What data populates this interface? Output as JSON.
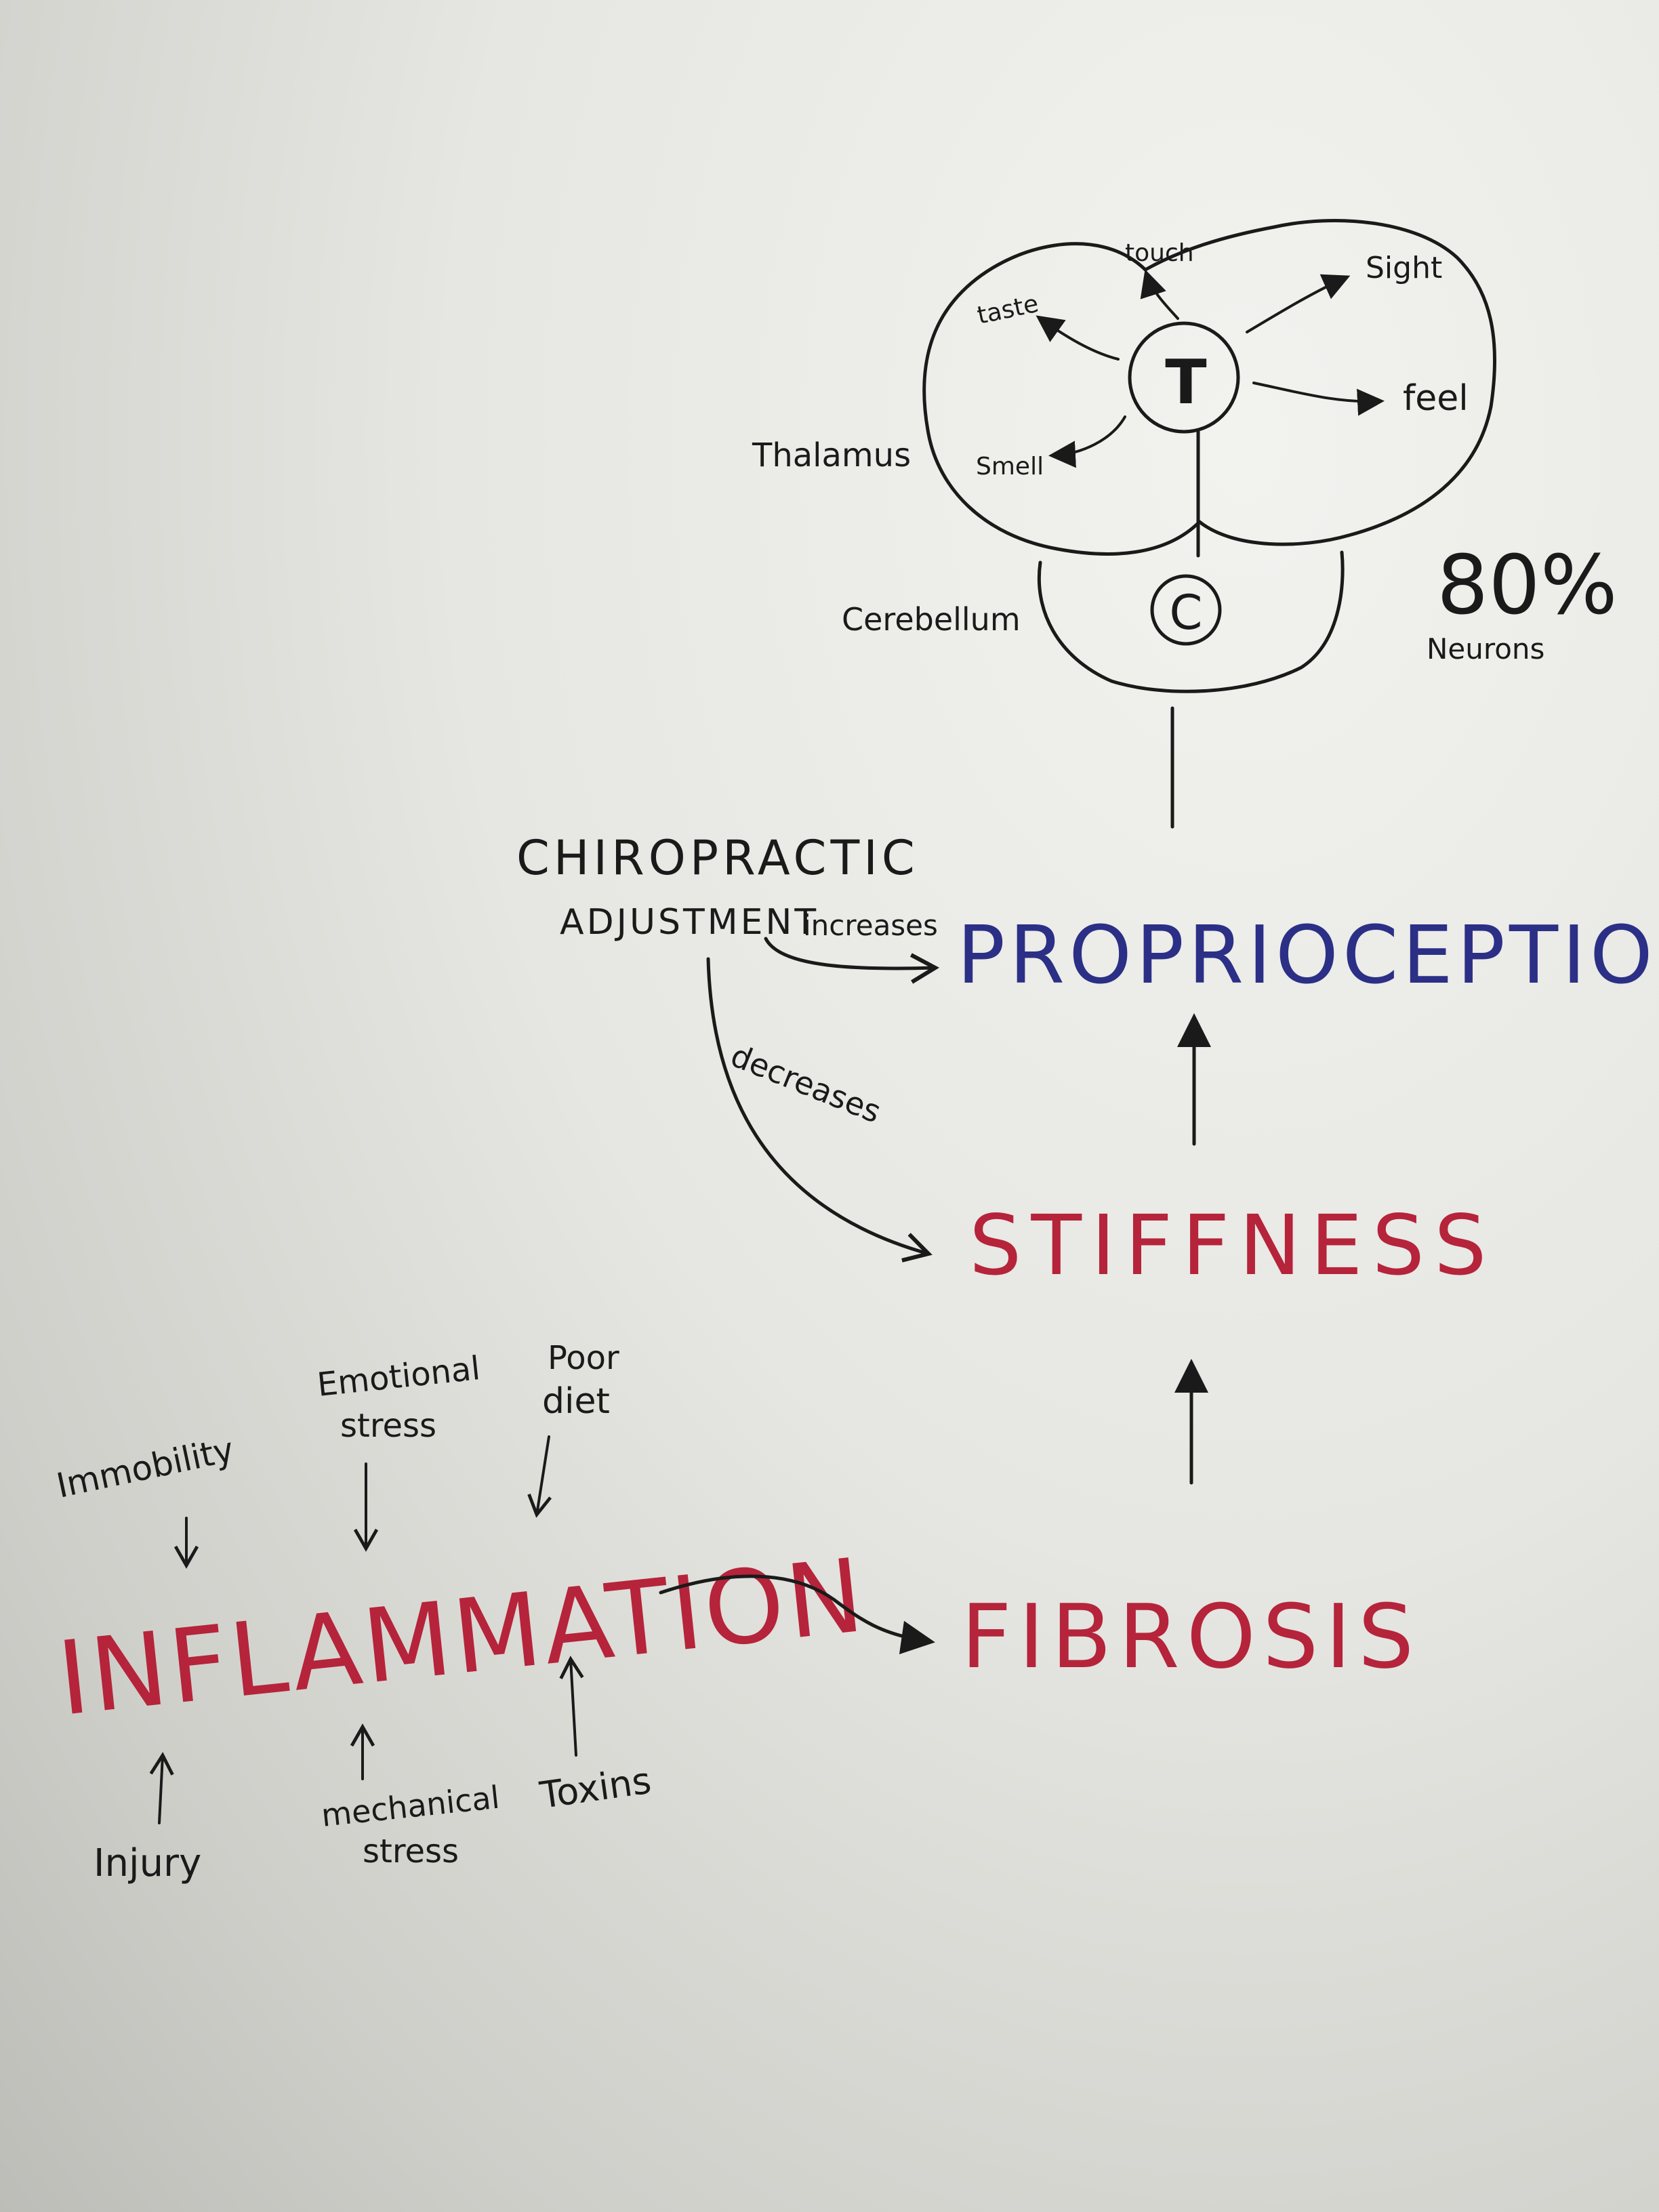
{
  "brain": {
    "thalamus_label": "Thalamus",
    "cerebellum_label": "Cerebellum",
    "thalamus_mark": "T",
    "cerebellum_mark": "C",
    "senses": {
      "touch": "touch",
      "taste": "taste",
      "sight": "Sight",
      "feel": "feel",
      "smell": "Smell"
    },
    "neurons_value": "80%",
    "neurons_label": "Neurons"
  },
  "chiropractic": {
    "line1": "CHIROPRACTIC",
    "line2": "ADJUSTMENT",
    "increases": "increases",
    "decreases": "decreases"
  },
  "nodes": {
    "proprioception": "PROPRIOCEPTION",
    "stiffness": "STIFFNESS",
    "fibrosis": "FIBROSIS",
    "inflammation": "INFLAMMATION"
  },
  "causes": {
    "immobility": "Immobility",
    "emotional_stress_1": "Emotional",
    "emotional_stress_2": "stress",
    "poor_diet_1": "Poor",
    "poor_diet_2": "diet",
    "injury": "Injury",
    "mechanical_stress_1": "mechanical",
    "mechanical_stress_2": "stress",
    "toxins": "Toxins"
  },
  "colors": {
    "ink": "#1a1a1a",
    "blue_ink": "#2b2f86",
    "red_ink": "#b5243a",
    "paper": "#e6e6e2"
  }
}
